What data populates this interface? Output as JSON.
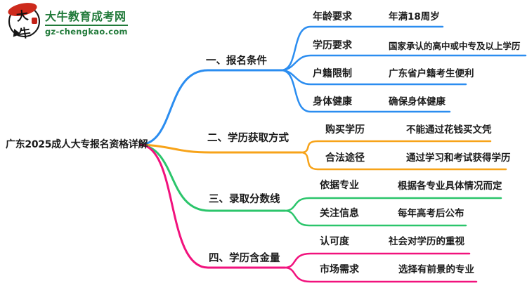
{
  "logo": {
    "icon_text": "大牛",
    "site_name": "大牛教育成考网",
    "site_url": "gz-chengkao.com"
  },
  "center": {
    "title": "广东2025成人大专报名资格详解"
  },
  "colors": {
    "branch_blue": "#2b8df0",
    "branch_orange": "#f7a319",
    "branch_green": "#2bc56b",
    "branch_pink": "#f1127d",
    "logo_green": "#217a3a",
    "logo_red": "#cd2a1c",
    "text_black": "#1b1b1b"
  },
  "branches": [
    {
      "label": "一、报名条件",
      "color": "#2b8df0",
      "items": [
        {
          "key": "年龄要求",
          "value": "年满18周岁"
        },
        {
          "key": "学历要求",
          "value": "国家承认的高中或中专及以上学历"
        },
        {
          "key": "户籍限制",
          "value": "广东省户籍考生便利"
        },
        {
          "key": "身体健康",
          "value": "确保身体健康"
        }
      ]
    },
    {
      "label": "二、学历获取方式",
      "color": "#f7a319",
      "items": [
        {
          "key": "购买学历",
          "value": "不能通过花钱买文凭"
        },
        {
          "key": "合法途径",
          "value": "通过学习和考试获得学历"
        }
      ]
    },
    {
      "label": "三、录取分数线",
      "color": "#2bc56b",
      "items": [
        {
          "key": "依据专业",
          "value": "根据各专业具体情况而定"
        },
        {
          "key": "关注信息",
          "value": "每年高考后公布"
        }
      ]
    },
    {
      "label": "四、学历含金量",
      "color": "#f1127d",
      "items": [
        {
          "key": "认可度",
          "value": "社会对学历的重视"
        },
        {
          "key": "市场需求",
          "value": "选择有前景的专业"
        }
      ]
    }
  ]
}
